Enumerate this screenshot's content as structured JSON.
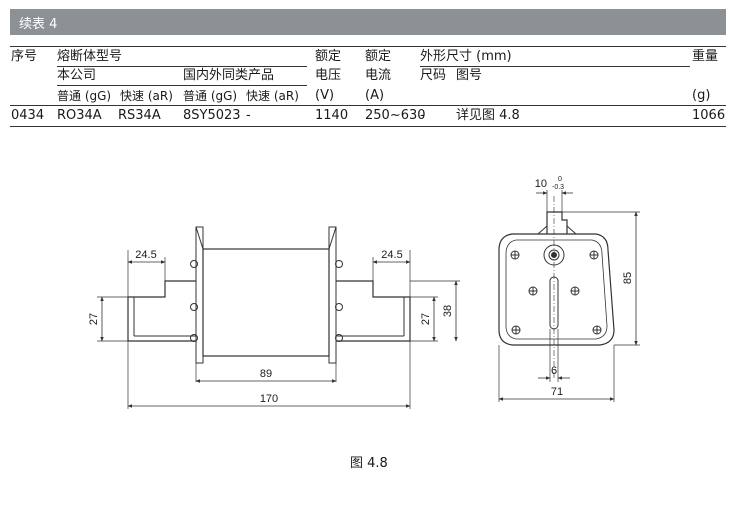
{
  "banner": {
    "title": "续表 4"
  },
  "table": {
    "h_seq": "序号",
    "h_fuse_type": "熔断体型号",
    "h_company": "本公司",
    "h_domestic": "国内外同类产品",
    "h_gg1": "普通 (gG)",
    "h_ar1": "快速 (aR)",
    "h_gg2": "普通 (gG)",
    "h_ar2": "快速 (aR)",
    "h_rated_v1": "额定",
    "h_rated_v2": "电压",
    "h_rated_v3": "(V)",
    "h_rated_a1": "额定",
    "h_rated_a2": "电流",
    "h_rated_a3": "(A)",
    "h_dims": "外形尺寸 (mm)",
    "h_size_code": "尺码",
    "h_fig_no": "图号",
    "h_weight": "重量",
    "h_weight_unit": "(g)",
    "row": {
      "seq": "0434",
      "gg": "RO34A",
      "ar": "RS34A",
      "domestic_gg": "8SY5023",
      "domestic_ar": "-",
      "voltage": "1140",
      "current": "250~630",
      "size_code": "-",
      "fig_ref": "详见图 4.8",
      "weight": "1066"
    }
  },
  "drawing": {
    "dim_24_5_left": "24.5",
    "dim_24_5_right": "24.5",
    "dim_27_left": "27",
    "dim_27_right": "27",
    "dim_38": "38",
    "dim_89": "89",
    "dim_170": "170",
    "dim_10": "10",
    "dim_10_tol_upper": "0",
    "dim_10_tol_lower": "-0.3",
    "dim_85": "85",
    "dim_6": "6",
    "dim_71": "71"
  },
  "caption": "图 4.8"
}
